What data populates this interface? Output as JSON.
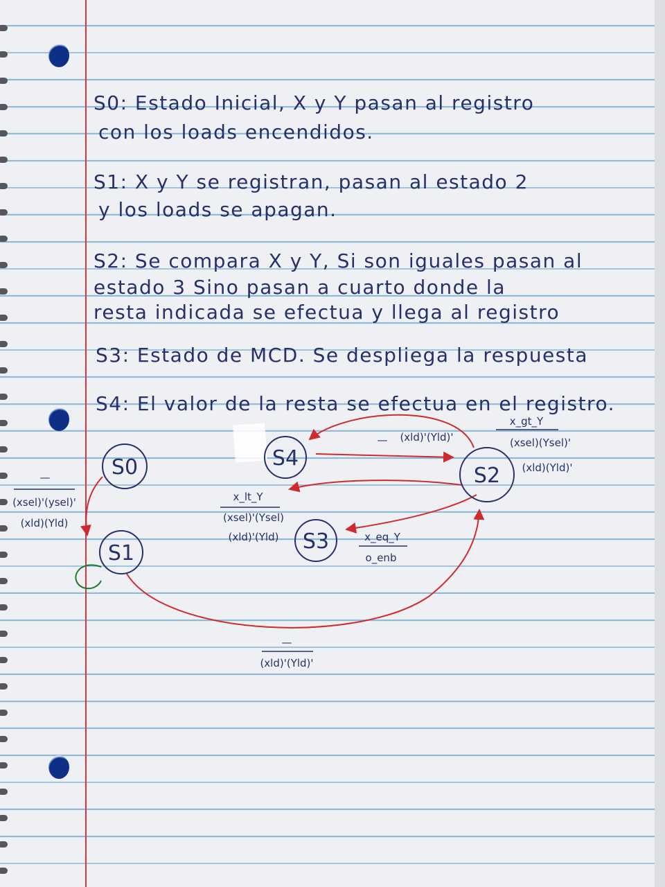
{
  "notes": [
    {
      "line1": "S0: Estado Inicial, X y Y pasan al registro",
      "line2": "con los loads encendidos."
    },
    {
      "line1": "S1: X y Y se registran, pasan al estado 2",
      "line2": "y los loads se apagan."
    },
    {
      "line1": "S2: Se compara X y Y, Si son iguales pasan al",
      "line2": "estado 3 Sino pasan a cuarto donde la",
      "line3": "resta indicada se efectua y llega al registro"
    },
    {
      "line1": "S3: Estado de MCD. Se despliega la respuesta"
    },
    {
      "line1": "S4: El valor de la resta se efectua en el registro."
    }
  ],
  "states": {
    "s0": "S0",
    "s1": "S1",
    "s2": "S2",
    "s3": "S3",
    "s4": "S4"
  },
  "edges": {
    "s0_s1": {
      "line1": "—",
      "line2": "(xsel)'(ysel)'",
      "line3": "(xld)(Yld)"
    },
    "s1_s2": {
      "line1": "—",
      "line2": "(xld)'(Yld)'"
    },
    "s4_s2": {
      "line1": "—",
      "line2": "(xld)'(Yld)'"
    },
    "s2_s4": {
      "line1": "x_gt_Y",
      "line2": "(xsel)(Ysel)'",
      "line3": "(xld)(Yld)'"
    },
    "s2_s4_lt": {
      "line1": "x_lt_Y",
      "line2": "(xsel)'(Ysel)",
      "line3": "(xld)'(Yld)"
    },
    "s2_s3": {
      "line1": "x_eq_Y",
      "line2": "o_enb"
    }
  },
  "colors": {
    "ink": "#26306a",
    "transition": "#cf2b2f",
    "self_loop": "#1f7a2f",
    "margin": "#d8353d",
    "rule": "#8fb8d6"
  }
}
